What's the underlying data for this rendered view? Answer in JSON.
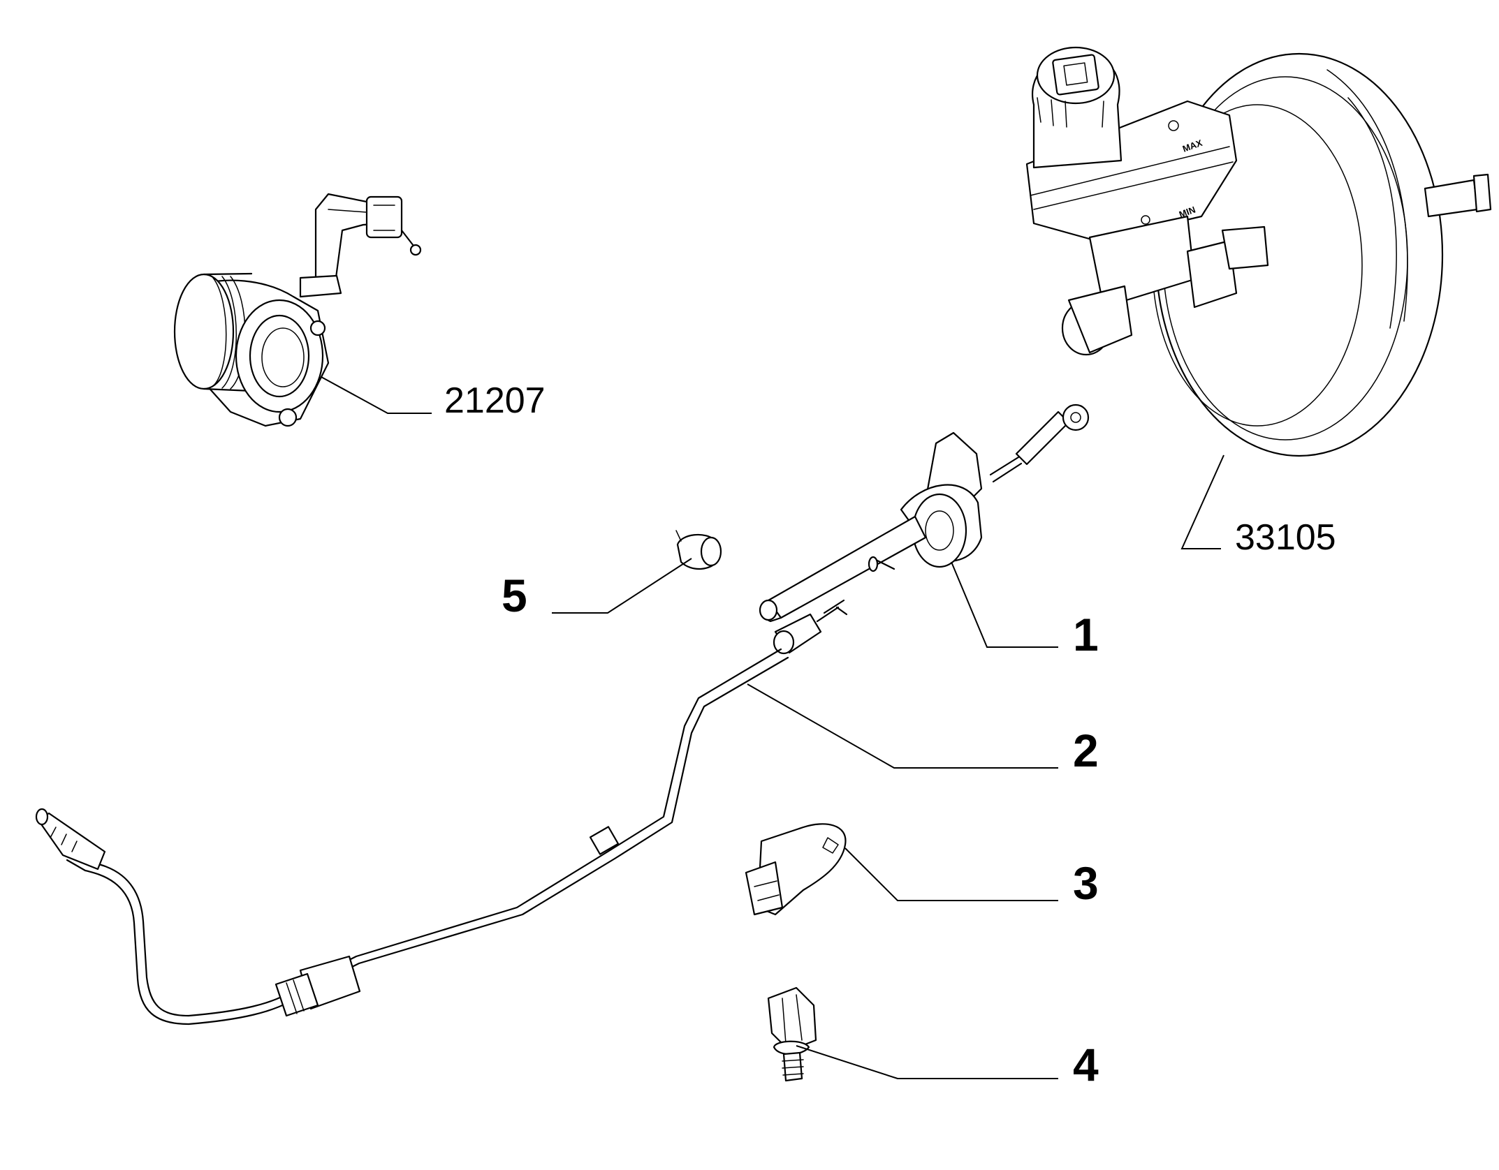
{
  "callouts": {
    "c21207": "21207",
    "c33105": "33105",
    "c1": "1",
    "c2": "2",
    "c3": "3",
    "c4": "4",
    "c5": "5"
  },
  "reservoir_marks": {
    "max": "MAX",
    "min": "MIN"
  }
}
